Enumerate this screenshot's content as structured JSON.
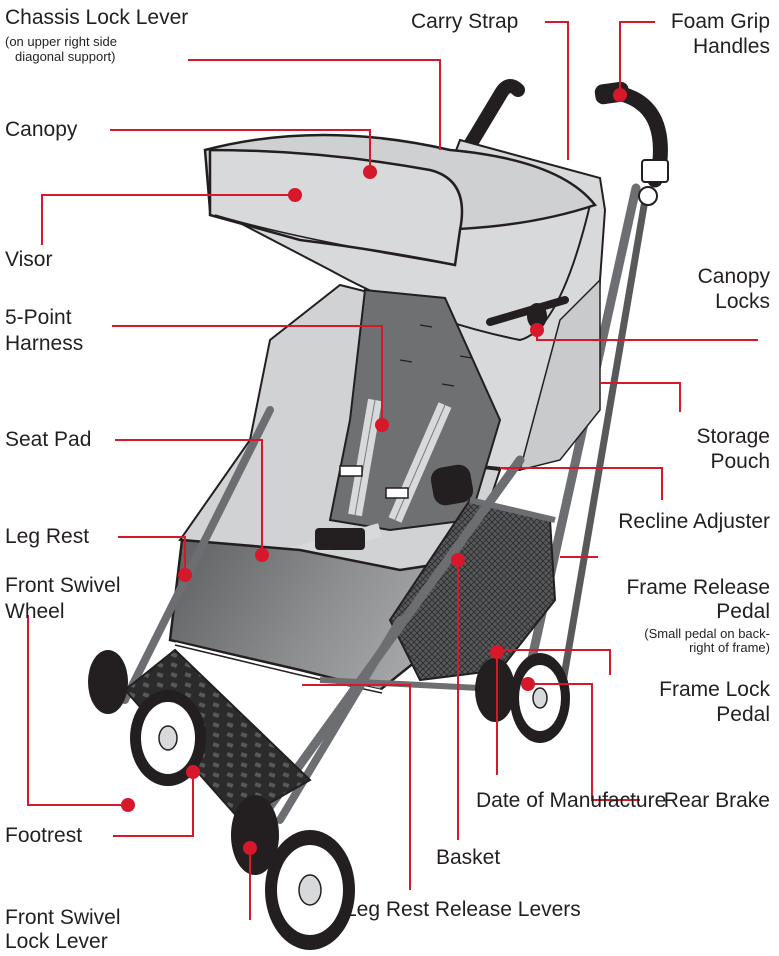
{
  "title": "",
  "colors": {
    "callout": "#d7182a",
    "frame": "#6d6e71",
    "fabric_light": "#d8d9da",
    "fabric_dark": "#6f7072",
    "outline": "#231f20",
    "grip": "#231f20",
    "wheel_rim": "#ffffff"
  },
  "labels": {
    "chassis_lock_lever": "Chassis Lock Lever",
    "chassis_lock_lever_note_1": "(on upper right side",
    "chassis_lock_lever_note_2": "diagonal support)",
    "carry_strap": "Carry Strap",
    "foam_grip_1": "Foam Grip",
    "foam_grip_2": "Handles",
    "canopy": "Canopy",
    "visor": "Visor",
    "canopy_locks_1": "Canopy",
    "canopy_locks_2": "Locks",
    "harness_1": "5-Point",
    "harness_2": "Harness",
    "storage_pouch_1": "Storage",
    "storage_pouch_2": "Pouch",
    "seat_pad": "Seat Pad",
    "recline_adjuster": "Recline Adjuster",
    "leg_rest": "Leg Rest",
    "frame_release_1": "Frame Release",
    "frame_release_2": "Pedal",
    "frame_release_note_1": "(Small pedal on back-",
    "frame_release_note_2": "right of frame)",
    "front_swivel_wheel_1": "Front Swivel",
    "front_swivel_wheel_2": "Wheel",
    "frame_lock_1": "Frame Lock",
    "frame_lock_2": "Pedal",
    "rear_brake": "Rear Brake",
    "date_of_manufacture": "Date of Manufacture",
    "footrest": "Footrest",
    "basket": "Basket",
    "front_swivel_lock_1": "Front Swivel",
    "front_swivel_lock_2": "Lock Lever",
    "leg_rest_release": "Leg Rest Release Levers"
  }
}
